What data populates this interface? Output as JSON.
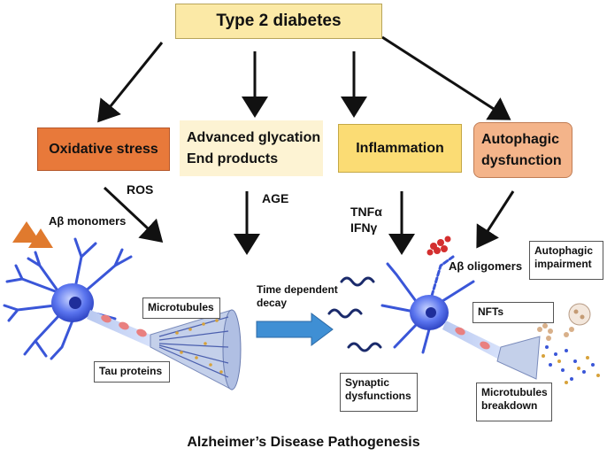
{
  "top": {
    "title": "Type 2 diabetes"
  },
  "mechanisms": {
    "oxidative": "Oxidative stress",
    "glycation_line1": "Advanced glycation",
    "glycation_line2": "End products",
    "inflammation": "Inflammation",
    "autophagic_line1": "Autophagic",
    "autophagic_line2": "dysfunction"
  },
  "mediators": {
    "ros": "ROS",
    "age": "AGE",
    "tnf": "TNFα",
    "ifn": "IFNγ"
  },
  "left_neuron": {
    "abeta_monomers": "Aβ monomers",
    "microtubules": "Microtubules",
    "tau": "Tau proteins"
  },
  "middle": {
    "decay_line1": "Time dependent",
    "decay_line2": "decay"
  },
  "right_neuron": {
    "oligomers": "Aβ oligomers",
    "impairment_line1": "Autophagic",
    "impairment_line2": "impairment",
    "nfts": "NFTs",
    "synaptic_line1": "Synaptic",
    "synaptic_line2": "dysfunctions",
    "breakdown_line1": "Microtubules",
    "breakdown_line2": "breakdown"
  },
  "caption": "Alzheimer’s Disease Pathogenesis",
  "colors": {
    "top_box": "#fbe9a6",
    "oxidative_box": "#e8793a",
    "glycation_box": "#fdf3d3",
    "inflammation_box": "#fbdc74",
    "autophagic_box": "#f4b48a",
    "neuron_blue": "#3a56d8",
    "arrow_blue": "#3f8fd4"
  }
}
